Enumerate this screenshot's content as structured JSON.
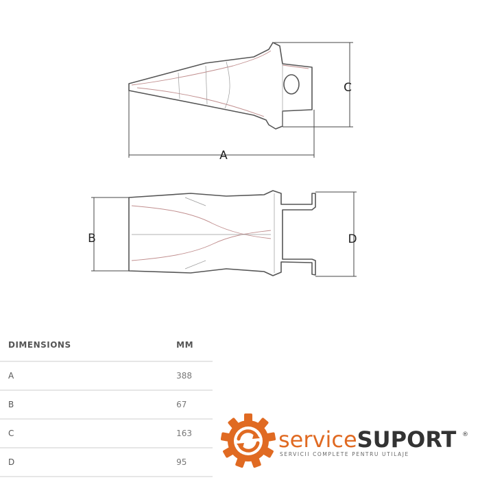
{
  "drawing": {
    "labels": {
      "a": "A",
      "b": "B",
      "c": "C",
      "d": "D"
    }
  },
  "table": {
    "header": {
      "name": "DIMENSIONS",
      "unit": "MM"
    },
    "rows": [
      {
        "name": "A",
        "value": "388"
      },
      {
        "name": "B",
        "value": "67"
      },
      {
        "name": "C",
        "value": "163"
      },
      {
        "name": "D",
        "value": "95"
      }
    ]
  },
  "logo": {
    "word_service": "service",
    "word_suport": "SUPORT",
    "registered": "®",
    "tagline": "SERVICII COMPLETE PENTRU UTILAJE",
    "colors": {
      "orange": "#e06a22",
      "dark": "#333333"
    }
  }
}
